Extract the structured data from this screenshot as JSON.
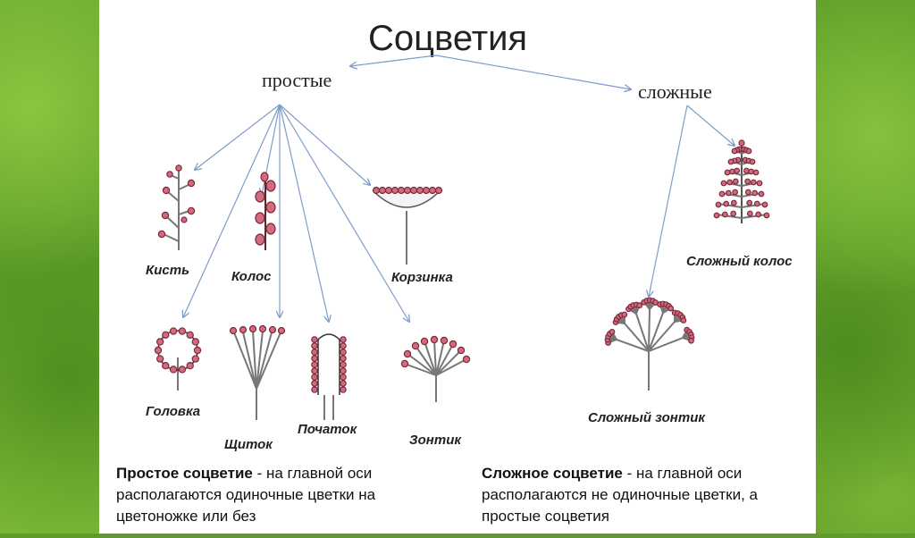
{
  "title": "Соцветия",
  "categories": {
    "simple": "простые",
    "complex": "сложные"
  },
  "labels": {
    "raceme": "Кисть",
    "spike": "Колос",
    "basket": "Корзинка",
    "head": "Головка",
    "corymb": "Щиток",
    "spadix": "Початок",
    "umbel": "Зонтик",
    "compound_spike": "Сложный колос",
    "compound_umbel": "Сложный зонтик"
  },
  "captions": {
    "simple_term": "Простое соцветие",
    "simple_text": " - на главной оси располагаются одиночные цветки на цветоножке или без",
    "complex_term": "Сложное соцветие",
    "complex_text": " - на главной оси располагаются не одиночные цветки, а простые соцветия"
  },
  "colors": {
    "arrow": "#7e9cc8",
    "flower": "#d46a7e",
    "side_bg": "#5f9b2c"
  }
}
